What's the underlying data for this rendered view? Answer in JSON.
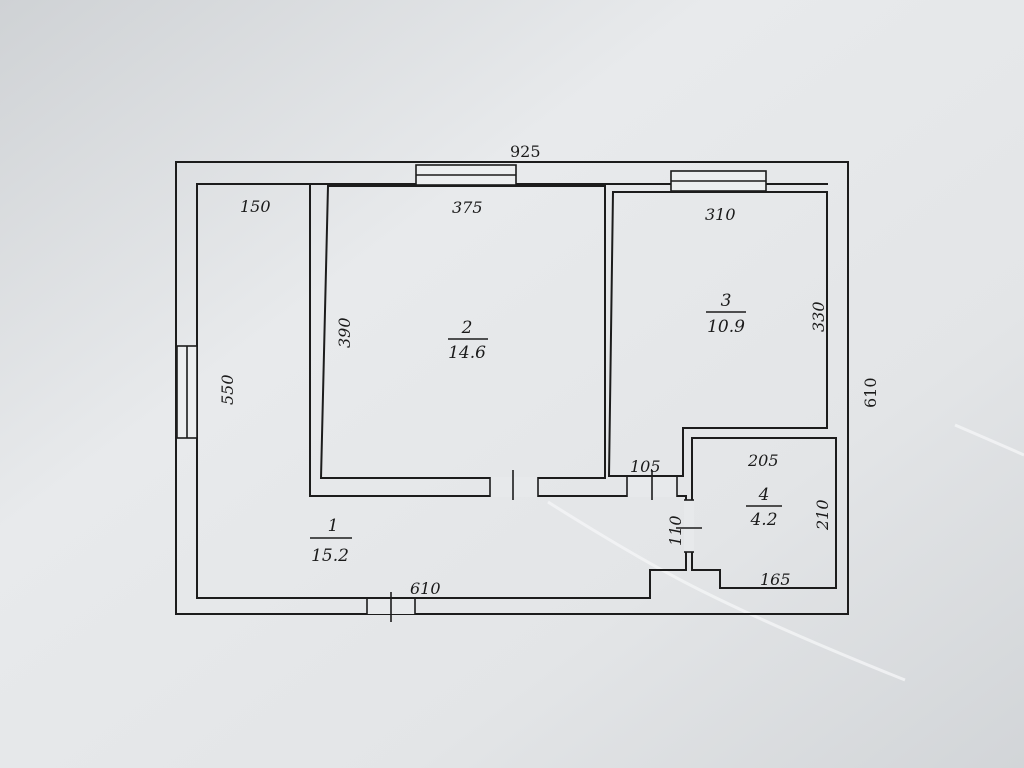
{
  "plan": {
    "overall_width": "925",
    "overall_depth": "610",
    "colors": {
      "paper": "#e6e8ea",
      "ink": "#1c1c1c"
    }
  },
  "rooms": [
    {
      "number": "1",
      "area": "15.2",
      "dimensions": [
        "150",
        "550",
        "610"
      ]
    },
    {
      "number": "2",
      "area": "14.6",
      "dimensions": [
        "375",
        "390"
      ]
    },
    {
      "number": "3",
      "area": "10.9",
      "dimensions": [
        "310",
        "330"
      ]
    },
    {
      "number": "4",
      "area": "4.2",
      "dimensions": [
        "205",
        "210",
        "165"
      ]
    }
  ],
  "other_dimensions": [
    "105",
    "110"
  ]
}
